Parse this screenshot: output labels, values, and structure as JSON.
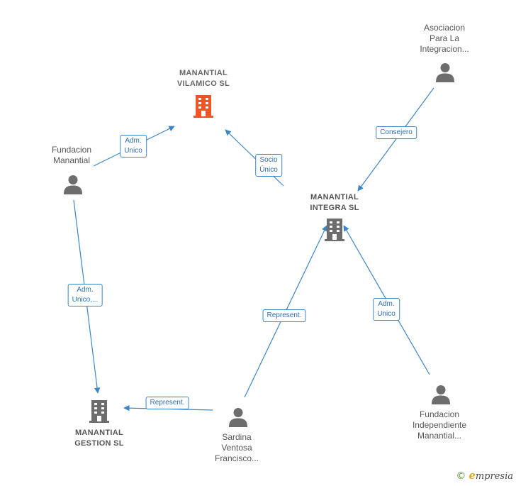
{
  "nodes": {
    "manantial_vilamico": {
      "type": "company",
      "highlight": true,
      "lines": [
        "MANANTIAL",
        "VILAMICO  SL"
      ]
    },
    "manantial_integra": {
      "type": "company",
      "highlight": false,
      "lines": [
        "MANANTIAL",
        "INTEGRA SL"
      ]
    },
    "manantial_gestion": {
      "type": "company",
      "highlight": false,
      "lines": [
        "MANANTIAL",
        "GESTION  SL"
      ]
    },
    "asociacion": {
      "type": "person",
      "lines": [
        "Asociacion",
        "Para La",
        "Integracion..."
      ]
    },
    "fundacion_manantial": {
      "type": "person",
      "lines": [
        "Fundacion",
        "Manantial"
      ]
    },
    "fundacion_independiente": {
      "type": "person",
      "lines": [
        "Fundacion",
        "Independiente",
        "Manantial..."
      ]
    },
    "sardina": {
      "type": "person",
      "lines": [
        "Sardina",
        "Ventosa",
        "Francisco..."
      ]
    }
  },
  "edges": [
    {
      "id": "e1",
      "from": "fundacion_manantial",
      "to": "manantial_vilamico",
      "lines": [
        "Adm.",
        "Unico"
      ]
    },
    {
      "id": "e2",
      "from": "manantial_integra",
      "to": "manantial_vilamico",
      "lines": [
        "Socio",
        "Único"
      ]
    },
    {
      "id": "e3",
      "from": "asociacion",
      "to": "manantial_integra",
      "lines": [
        "Consejero"
      ]
    },
    {
      "id": "e4",
      "from": "fundacion_manantial",
      "to": "manantial_gestion",
      "lines": [
        "Adm.",
        "Unico,..."
      ]
    },
    {
      "id": "e5",
      "from": "sardina",
      "to": "manantial_integra",
      "lines": [
        "Represent."
      ]
    },
    {
      "id": "e6",
      "from": "fundacion_independiente",
      "to": "manantial_integra",
      "lines": [
        "Adm.",
        "Unico"
      ]
    },
    {
      "id": "e7",
      "from": "sardina",
      "to": "manantial_gestion",
      "lines": [
        "Represent."
      ]
    }
  ],
  "colors": {
    "edge": "#3d85c6",
    "company_highlight": "#f0552a",
    "company": "#6d6d6d",
    "person": "#6d6d6d"
  },
  "brand": {
    "copyright": "©",
    "initial": "e",
    "name": "mpresia"
  }
}
